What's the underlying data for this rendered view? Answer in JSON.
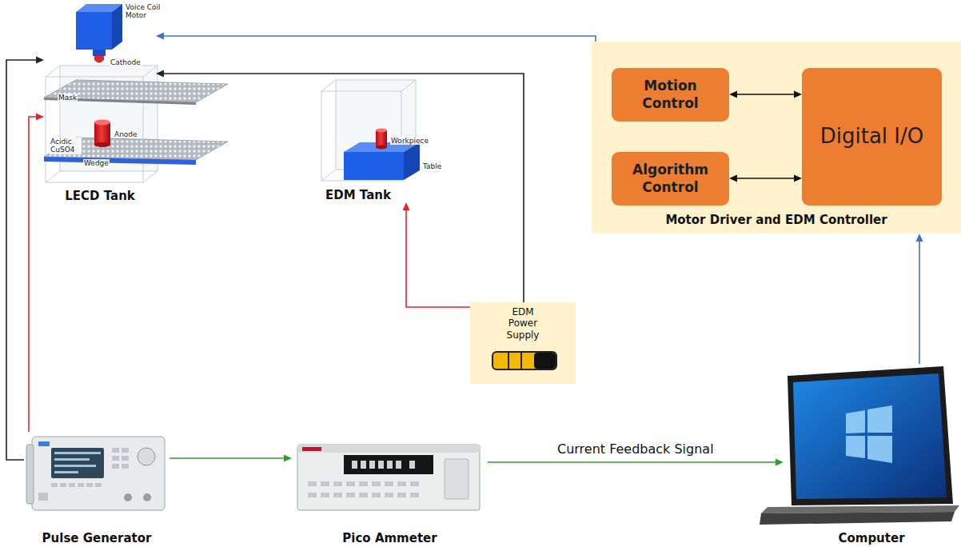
{
  "diagram": {
    "nodes": [
      {
        "text": [
          "LECD Tank"
        ]
      },
      {
        "text": [
          "EDM Tank"
        ]
      },
      {
        "text": [
          "Motor Driver and EDM Controller"
        ]
      },
      {
        "text": [
          "Motion Control"
        ],
        "in": 2
      },
      {
        "text": [
          "Algorithm Control"
        ],
        "in": 2
      },
      {
        "text": [
          "Digital I/O"
        ],
        "in": 2
      },
      {
        "text": [
          "EDM Power Supply"
        ]
      },
      {
        "text": [
          "Pulse Generator"
        ]
      },
      {
        "text": [
          "Pico Ammeter"
        ]
      },
      {
        "text": [
          "Computer"
        ]
      }
    ],
    "edges": [
      {
        "from": 2,
        "to": 0,
        "arrow": "to"
      },
      {
        "from": 3,
        "to": 5,
        "arrow": "both"
      },
      {
        "from": 4,
        "to": 5,
        "arrow": "both"
      },
      {
        "from": 6,
        "to": 1,
        "arrow": "to"
      },
      {
        "from": 6,
        "to": 0,
        "arrow": "to"
      },
      {
        "from": 7,
        "to": 0,
        "arrow": "to"
      },
      {
        "from": 7,
        "to": 0,
        "arrow": "to"
      },
      {
        "from": 7,
        "to": 8,
        "arrow": "to"
      },
      {
        "from": 8,
        "to": 9,
        "arrow": "to",
        "label": "Current Feedback Signal"
      },
      {
        "from": 9,
        "to": 2,
        "arrow": "to"
      }
    ],
    "labels": [
      "Voice Coil Motor",
      "Cathode",
      "Mask",
      "Anode",
      "Acidic CuSO4",
      "Wedge",
      "Workpiece",
      "Table"
    ]
  }
}
